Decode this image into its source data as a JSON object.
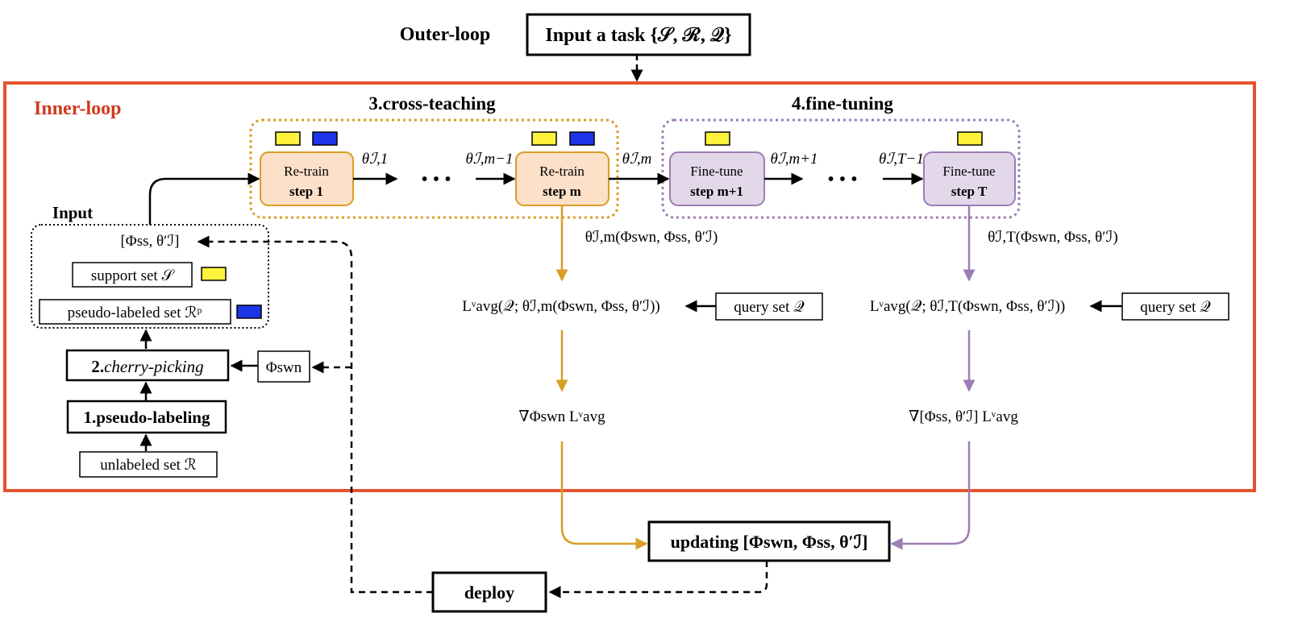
{
  "header": {
    "outer_loop": "Outer-loop",
    "input_task": "Input a task  {𝒮, ℛ, 𝒬}"
  },
  "inner_loop": {
    "title": "Inner-loop"
  },
  "stages": {
    "cross_teaching": "3.cross-teaching",
    "fine_tuning": "4.fine-tuning"
  },
  "boxes": {
    "retrain1": {
      "l1": "Re-train",
      "l2": "step 1"
    },
    "retrainm": {
      "l1": "Re-train",
      "l2": "step m"
    },
    "finetune1": {
      "l1": "Fine-tune",
      "l2": "step m+1"
    },
    "finetuneT": {
      "l1": "Fine-tune",
      "l2": "step T"
    }
  },
  "theta": {
    "t1": "θℐ,1",
    "tm1": "θℐ,m−1",
    "tm": "θℐ,m",
    "tmp1": "θℐ,m+1",
    "tT1": "θℐ,T−1",
    "under_m": "θℐ,m(Φswn, Φss, θ′ℐ)",
    "under_T": "θℐ,T(Φswn, Φss, θ′ℐ)"
  },
  "dots": "• • •",
  "input": {
    "title": "Input",
    "params": "[Φss, θ′ℐ]",
    "support": "support set  𝒮",
    "pseudo": "pseudo-labeled set  ℛᵖ"
  },
  "left_chain": {
    "cherry_num": "2.",
    "cherry": "cherry-picking",
    "phi": "Φswn",
    "pseudo_label": "1.pseudo-labeling",
    "unlabeled": "unlabeled set  ℛ"
  },
  "loss": {
    "m": "Lᵛavg(𝒬; θℐ,m(Φswn, Φss, θ′ℐ))",
    "T": "Lᵛavg(𝒬; θℐ,T(Φswn, Φss, θ′ℐ))",
    "query": "query set 𝒬"
  },
  "grad": {
    "m": "∇Φswn Lᵛavg",
    "T": "∇[Φss, θ′ℐ] Lᵛavg"
  },
  "bottom": {
    "updating": "updating  [Φswn, Φss, θ′ℐ]",
    "deploy": "deploy"
  },
  "colors": {
    "red": "#e4532f",
    "orange": "#d89e25",
    "purple": "#9c7db4",
    "yellow": "#fff23a",
    "blue": "#1d36e8",
    "retrain_fill": "#fce0c8",
    "finetune_fill": "#e3d8ea"
  }
}
